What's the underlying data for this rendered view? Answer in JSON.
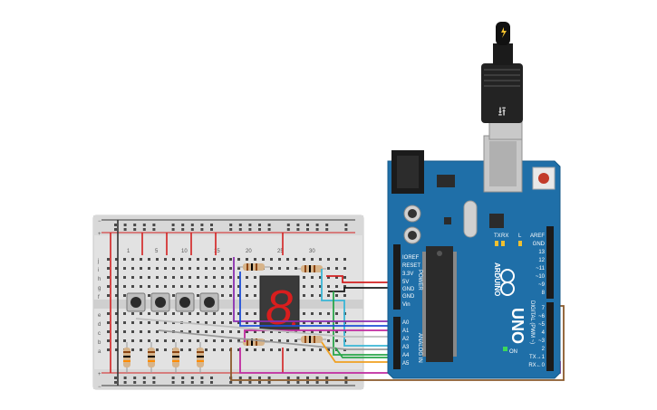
{
  "arduino": {
    "brand": "ARDUINO",
    "model": "UNO",
    "power_label": "POWER",
    "analog_label": "ANALOG IN",
    "digital_label": "DIGITAL (PWM ~)",
    "led_labels": [
      "TX",
      "RX",
      "L",
      "ON"
    ],
    "power_pins": [
      "IOREF",
      "RESET",
      "3.3V",
      "5V",
      "GND",
      "GND",
      "Vin"
    ],
    "analog_pins": [
      "A0",
      "A1",
      "A2",
      "A3",
      "A4",
      "A5"
    ],
    "digital_pins_top": [
      "AREF",
      "GND",
      "13",
      "12",
      "~11",
      "~10",
      "~9",
      "8"
    ],
    "digital_pins_bottom": [
      "7",
      "~6",
      "~5",
      "4",
      "~3",
      "2",
      "TX→1",
      "RX←0"
    ]
  },
  "breadboard": {
    "row_letters_top": [
      "j",
      "i",
      "h",
      "g",
      "f"
    ],
    "row_letters_bottom": [
      "e",
      "d",
      "c",
      "b",
      "a"
    ],
    "column_numbers": [
      "1",
      "5",
      "10",
      "15",
      "20",
      "25",
      "30"
    ],
    "rail_plus": "+",
    "rail_minus": "−"
  },
  "display": {
    "digit": "8"
  },
  "colors": {
    "board": "#1f6fa8",
    "breadboard": "#e2e2e2",
    "segment": "#d81e1e",
    "rail_red": "#d32020",
    "wire_purple": "#8b2fb0",
    "wire_blue": "#1f4fd8",
    "wire_green": "#2aa64a",
    "wire_orange": "#f0a020",
    "wire_brown": "#8b5a2b",
    "wire_magenta": "#c02aa0",
    "wire_cyan": "#3ab6d6"
  }
}
